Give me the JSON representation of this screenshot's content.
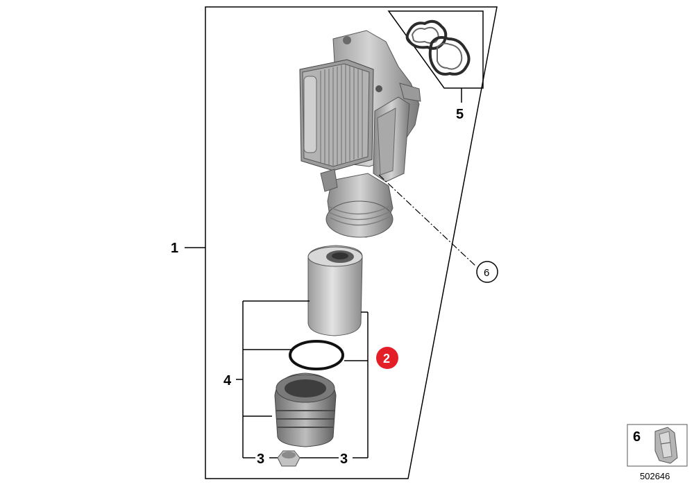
{
  "diagram": {
    "callouts": {
      "c1": "1",
      "c2": "2",
      "c3_left": "3",
      "c3_right": "3",
      "c4": "4",
      "c5": "5",
      "c6_circle": "6"
    },
    "legend": {
      "number": "6"
    },
    "diagram_number": "502646",
    "colors": {
      "highlight": "#e41e26",
      "line": "#000000",
      "part_fill": "#b9b9b9",
      "part_dark": "#6d6d6d"
    }
  }
}
